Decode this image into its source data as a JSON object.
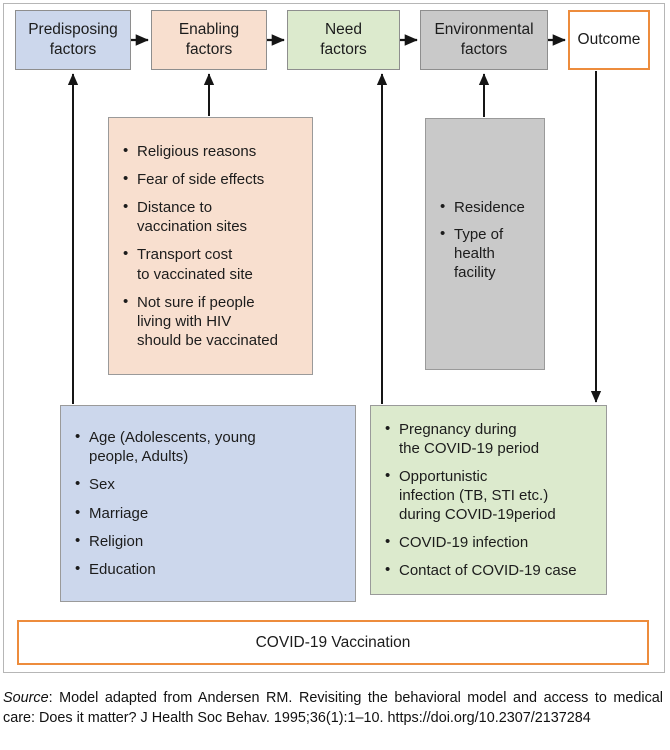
{
  "figure": {
    "type": "flow-diagram",
    "stages": [
      {
        "id": "predisposing",
        "label": "Predisposing\nfactors",
        "fill": "#ccd7ec"
      },
      {
        "id": "enabling",
        "label": "Enabling\nfactors",
        "fill": "#f8dfcf"
      },
      {
        "id": "need",
        "label": "Need\nfactors",
        "fill": "#dceacd"
      },
      {
        "id": "environmental",
        "label": "Environmental\nfactors",
        "fill": "#c9c9c9"
      },
      {
        "id": "outcome",
        "label": "Outcome",
        "fill": "#ffffff",
        "border": "#ed8c3c"
      }
    ],
    "detail_boxes": {
      "enabling": {
        "fill": "#f8dfcf",
        "items": [
          "Religious reasons",
          "Fear of side effects",
          "Distance to\nvaccination sites",
          "Transport cost\nto vaccinated site",
          "Not sure if people\nliving with HIV\nshould be vaccinated"
        ]
      },
      "environmental": {
        "fill": "#c9c9c9",
        "items": [
          "Residence",
          "Type of\nhealth\nfacility"
        ]
      },
      "predisposing": {
        "fill": "#ccd7ec",
        "items": [
          "Age (Adolescents, young\npeople, Adults)",
          "Sex",
          "Marriage",
          "Religion",
          "Education"
        ]
      },
      "need": {
        "fill": "#dceacd",
        "items": [
          "Pregnancy during\nthe COVID-19 period",
          "Opportunistic\ninfection (TB, STI etc.)\nduring COVID-19period",
          "COVID-19 infection",
          "Contact of COVID-19 case"
        ]
      }
    },
    "footer_box": {
      "label": "COVID-19 Vaccination",
      "border": "#ed8c3c"
    },
    "source": {
      "prefix": "Source",
      "text": ": Model adapted from Andersen RM. Revisiting the behavioral model and access to medical care: Does it matter? J Health Soc Behav. 1995;36(1):1–10. https://doi.org/10.2307/2137284"
    }
  }
}
